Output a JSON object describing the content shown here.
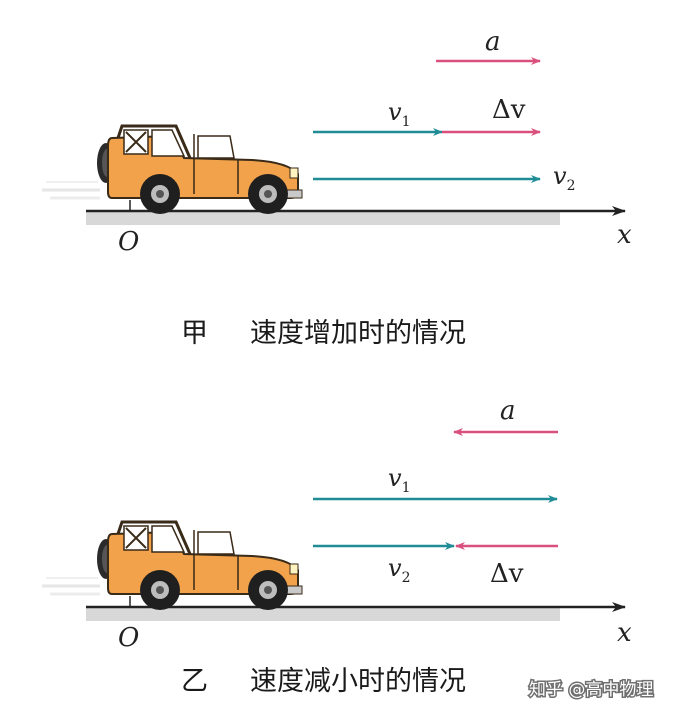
{
  "diagram_top": {
    "caption_label": "甲",
    "caption_text": "速度增加时的情况",
    "origin_label": "O",
    "axis_label": "x",
    "a_label": "a",
    "v1_label": "v",
    "v1_sub": "1",
    "v2_label": "v",
    "v2_sub": "2",
    "dv_label": "Δv"
  },
  "diagram_bottom": {
    "caption_label": "乙",
    "caption_text": "速度减小时的情况",
    "origin_label": "O",
    "axis_label": "x",
    "a_label": "a",
    "v1_label": "v",
    "v1_sub": "1",
    "v2_label": "v",
    "v2_sub": "2",
    "dv_label": "Δv"
  },
  "watermark": "知乎 @高中物理",
  "colors": {
    "velocity": "#1f8c96",
    "acceleration": "#d9507d",
    "car_body": "#f2a24a",
    "ground": "#d8d8d8"
  }
}
